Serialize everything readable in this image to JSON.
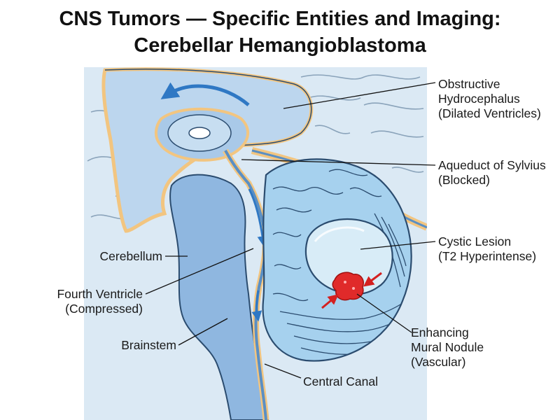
{
  "title": {
    "line1": "CNS Tumors — Specific Entities and Imaging:",
    "line2": "Cerebellar Hemangioblastoma"
  },
  "labels": {
    "hydrocephalus": [
      "Obstructive",
      "Hydrocephalus",
      "(Dilated Ventricles)"
    ],
    "aqueduct": [
      "Aqueduct of Sylvius",
      "(Blocked)"
    ],
    "cystic_lesion": [
      "Cystic Lesion",
      "(T2 Hyperintense)"
    ],
    "mural_nodule": [
      "Enhancing",
      "Mural Nodule",
      "(Vascular)"
    ],
    "central_canal": [
      "Central Canal"
    ],
    "cerebellum": [
      "Cerebellum"
    ],
    "fourth_ventricle": [
      "Fourth Ventricle",
      "(Compressed)"
    ],
    "brainstem": [
      "Brainstem"
    ]
  },
  "colors": {
    "brain_tissue": "#dbe9f4",
    "ventricle": "#a9c9e8",
    "csf_edge": "#f2c580",
    "cerebellum": "#a6d1ee",
    "cyst": "#d8ecf7",
    "nodule": "#e02a2a",
    "outline": "#2b4c6f"
  }
}
